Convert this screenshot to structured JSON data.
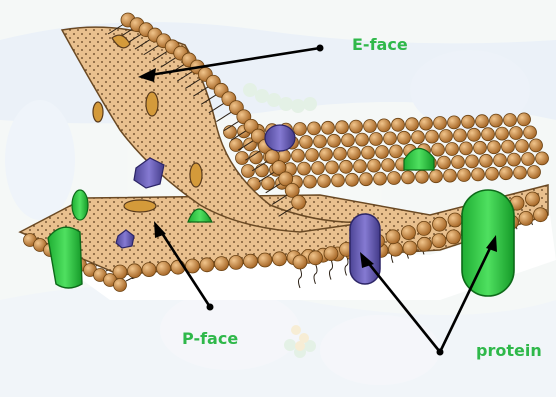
{
  "labels": {
    "e_face": "E-face",
    "p_face": "P-face",
    "protein": "protein"
  },
  "colors": {
    "label_text": "#2fb84a",
    "lipid_head": "#c98a45",
    "membrane_face": "#e9c08e",
    "protein_purple": "#6b62b8",
    "protein_green": "#25c43c",
    "arrow": "#000000"
  }
}
